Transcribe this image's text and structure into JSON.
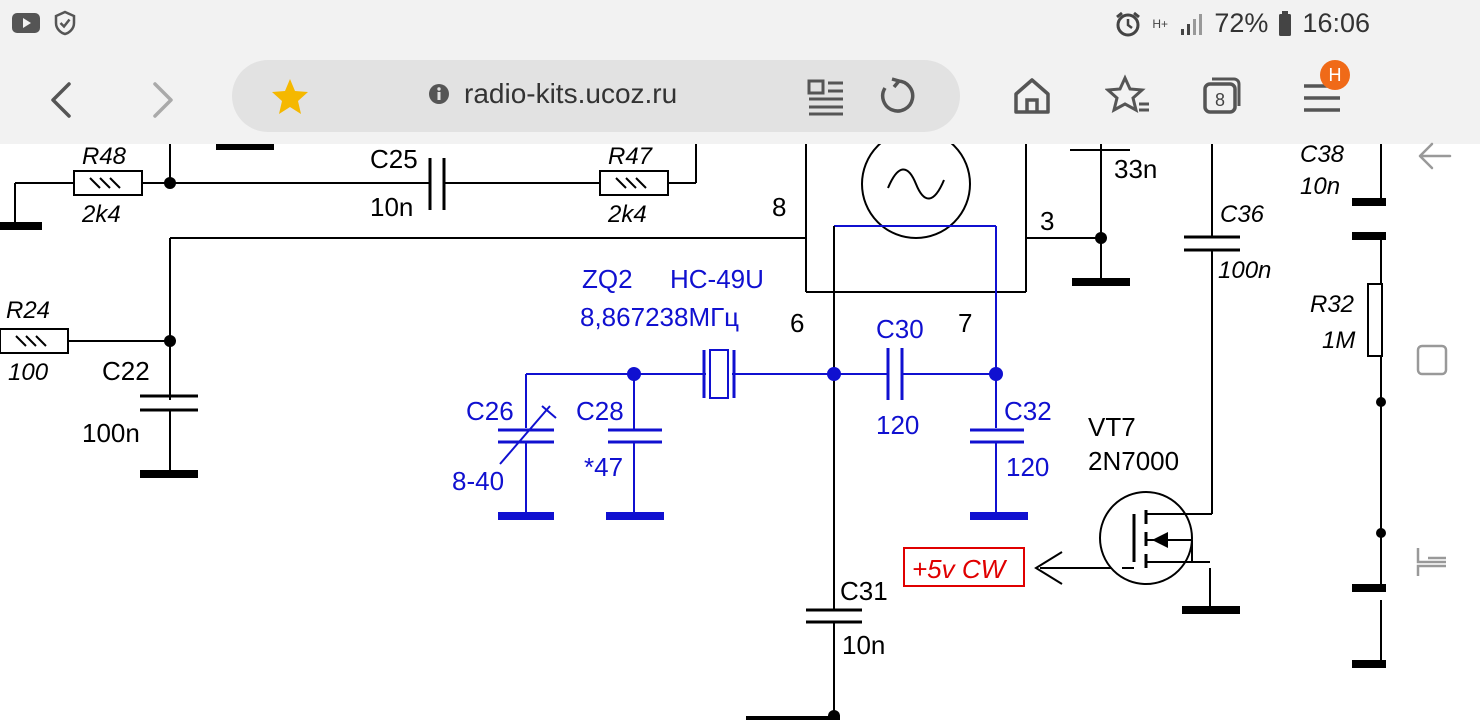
{
  "status_bar": {
    "battery_percent": "72%",
    "time": "16:06",
    "network_type": "H+",
    "icons": [
      "youtube-icon",
      "shield-check-icon",
      "alarm-icon",
      "signal-icon",
      "battery-icon"
    ]
  },
  "browser": {
    "url": "radio-kits.ucoz.ru",
    "tab_count": "8",
    "menu_badge": "H",
    "icons": [
      "back-icon",
      "forward-icon",
      "bookmark-star-icon",
      "info-icon",
      "reader-mode-icon",
      "reload-icon",
      "home-icon",
      "add-bookmark-icon",
      "tabs-icon",
      "menu-icon"
    ]
  },
  "side_nav": {
    "icons": [
      "back-arrow-icon",
      "home-square-icon",
      "recent-apps-icon"
    ]
  },
  "schematic": {
    "colors": {
      "black": "#000000",
      "blue": "#1010d0",
      "red": "#e00000"
    },
    "labels": {
      "r48": "R48",
      "r48_val": "2k4",
      "c25": "C25",
      "c25_val": "10n",
      "r47": "R47",
      "r47_val": "2k4",
      "pin8": "8",
      "pin3": "3",
      "pin6": "6",
      "pin7": "7",
      "c33_val": "33n",
      "c36": "C36",
      "c36_val": "100n",
      "c38": "C38",
      "c38_val": "10n",
      "r32": "R32",
      "r32_val": "1M",
      "r24": "R24",
      "r24_val": "100",
      "c22": "C22",
      "c22_val": "100n",
      "zq2": "ZQ2",
      "zq2_type": "HC-49U",
      "zq2_freq": "8,867238МГц",
      "c30": "C30",
      "c30_val": "120",
      "c26": "C26",
      "c26_val": "8-40",
      "c28": "C28",
      "c28_val": "*47",
      "c32": "C32",
      "c32_val": "120",
      "vt7": "VT7",
      "vt7_type": "2N7000",
      "cw_label": "+5v CW",
      "c31": "C31",
      "c31_val": "10n"
    }
  }
}
